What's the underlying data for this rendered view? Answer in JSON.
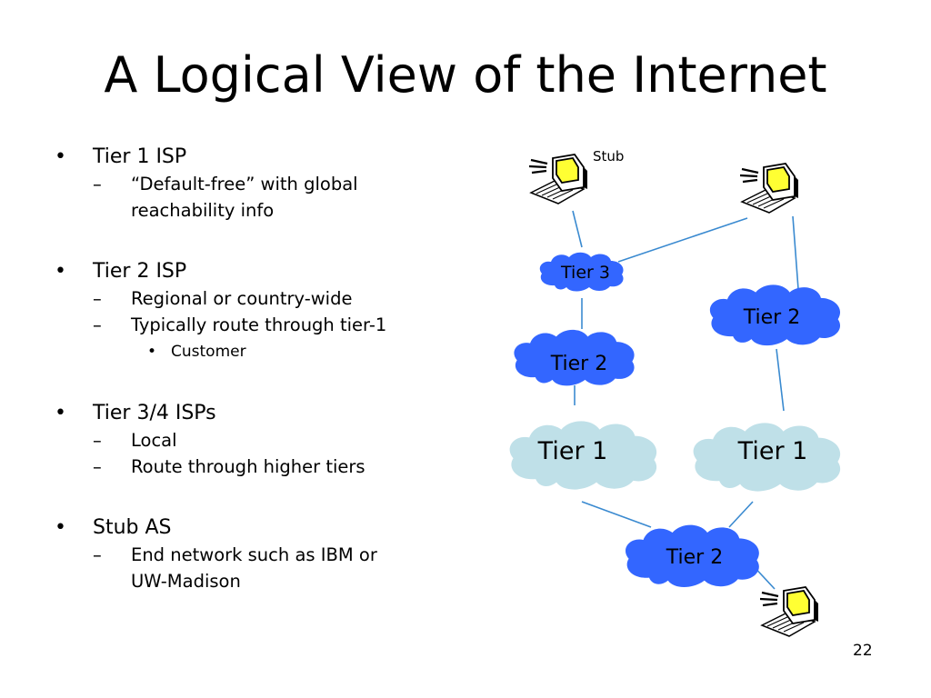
{
  "slide": {
    "title": "A Logical View of the Internet",
    "page_number": "22"
  },
  "bullets": {
    "marker_lvl1": "•",
    "marker_lvl2": "–",
    "marker_lvl3": "•",
    "tier1": {
      "heading": "Tier 1 ISP",
      "sub": [
        "“Default-free” with global reachability info"
      ]
    },
    "tier2": {
      "heading": "Tier 2 ISP",
      "sub": [
        "Regional or country-wide",
        "Typically route through tier-1"
      ],
      "subsub": [
        "Customer"
      ]
    },
    "tier34": {
      "heading": "Tier 3/4 ISPs",
      "sub": [
        "Local",
        "Route through higher tiers"
      ]
    },
    "stub": {
      "heading": "Stub AS",
      "sub": [
        "End network such as IBM or UW-Madison"
      ]
    }
  },
  "diagram": {
    "stub_label": "Stub",
    "clouds": {
      "tier3": "Tier 3",
      "tier2_left": "Tier 2",
      "tier2_right": "Tier 2",
      "tier1_left": "Tier 1",
      "tier1_right": "Tier 1",
      "tier2_bottom": "Tier 2"
    },
    "colors": {
      "tier_blue": "#3366ff",
      "tier1_fill": "#bfe0e8",
      "link_line": "#3a8ad0",
      "monitor_yellow": "#ffff33"
    },
    "icons": [
      "computer-icon",
      "computer-icon",
      "computer-icon"
    ]
  }
}
